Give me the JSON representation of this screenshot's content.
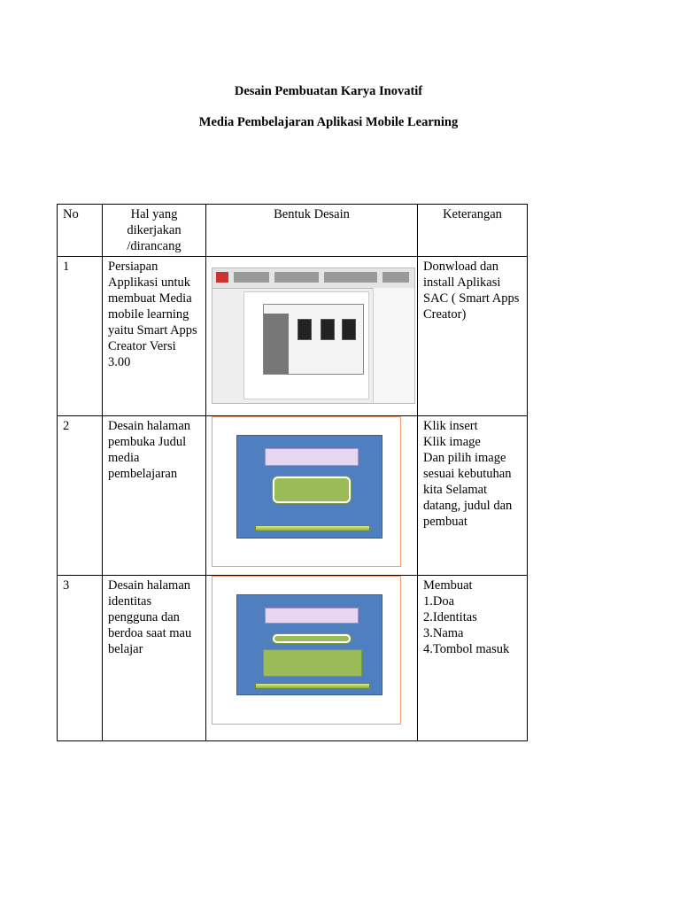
{
  "title": "Desain Pembuatan Karya Inovatif",
  "subtitle": "Media Pembelajaran Aplikasi Mobile Learning",
  "table": {
    "headers": [
      "No",
      "Hal yang dikerjakan /dirancang",
      "Bentuk Desain",
      "Keterangan"
    ],
    "rows": [
      {
        "no": "1",
        "item": "Persiapan Applikasi untuk membuat Media mobile learning yaitu Smart Apps Creator Versi 3.00",
        "note": "Donwload dan install Aplikasi SAC ( Smart Apps Creator)"
      },
      {
        "no": "2",
        "item": "Desain halaman pembuka Judul media pembelajaran",
        "note": "Klik insert\nKlik image\nDan pilih image sesuai kebutuhan kita Selamat datang, judul dan pembuat"
      },
      {
        "no": "3",
        "item": "Desain halaman identitas pengguna dan berdoa saat mau belajar",
        "note": "Membuat\n1.Doa\n2.Identitas\n3.Nama\n4.Tombol masuk"
      }
    ]
  },
  "colors": {
    "slide_blue": "#4f7fbf",
    "purple_bar": "#e6d6f2",
    "green_box": "#9bbb59",
    "frame_orange": "#f0a070"
  }
}
